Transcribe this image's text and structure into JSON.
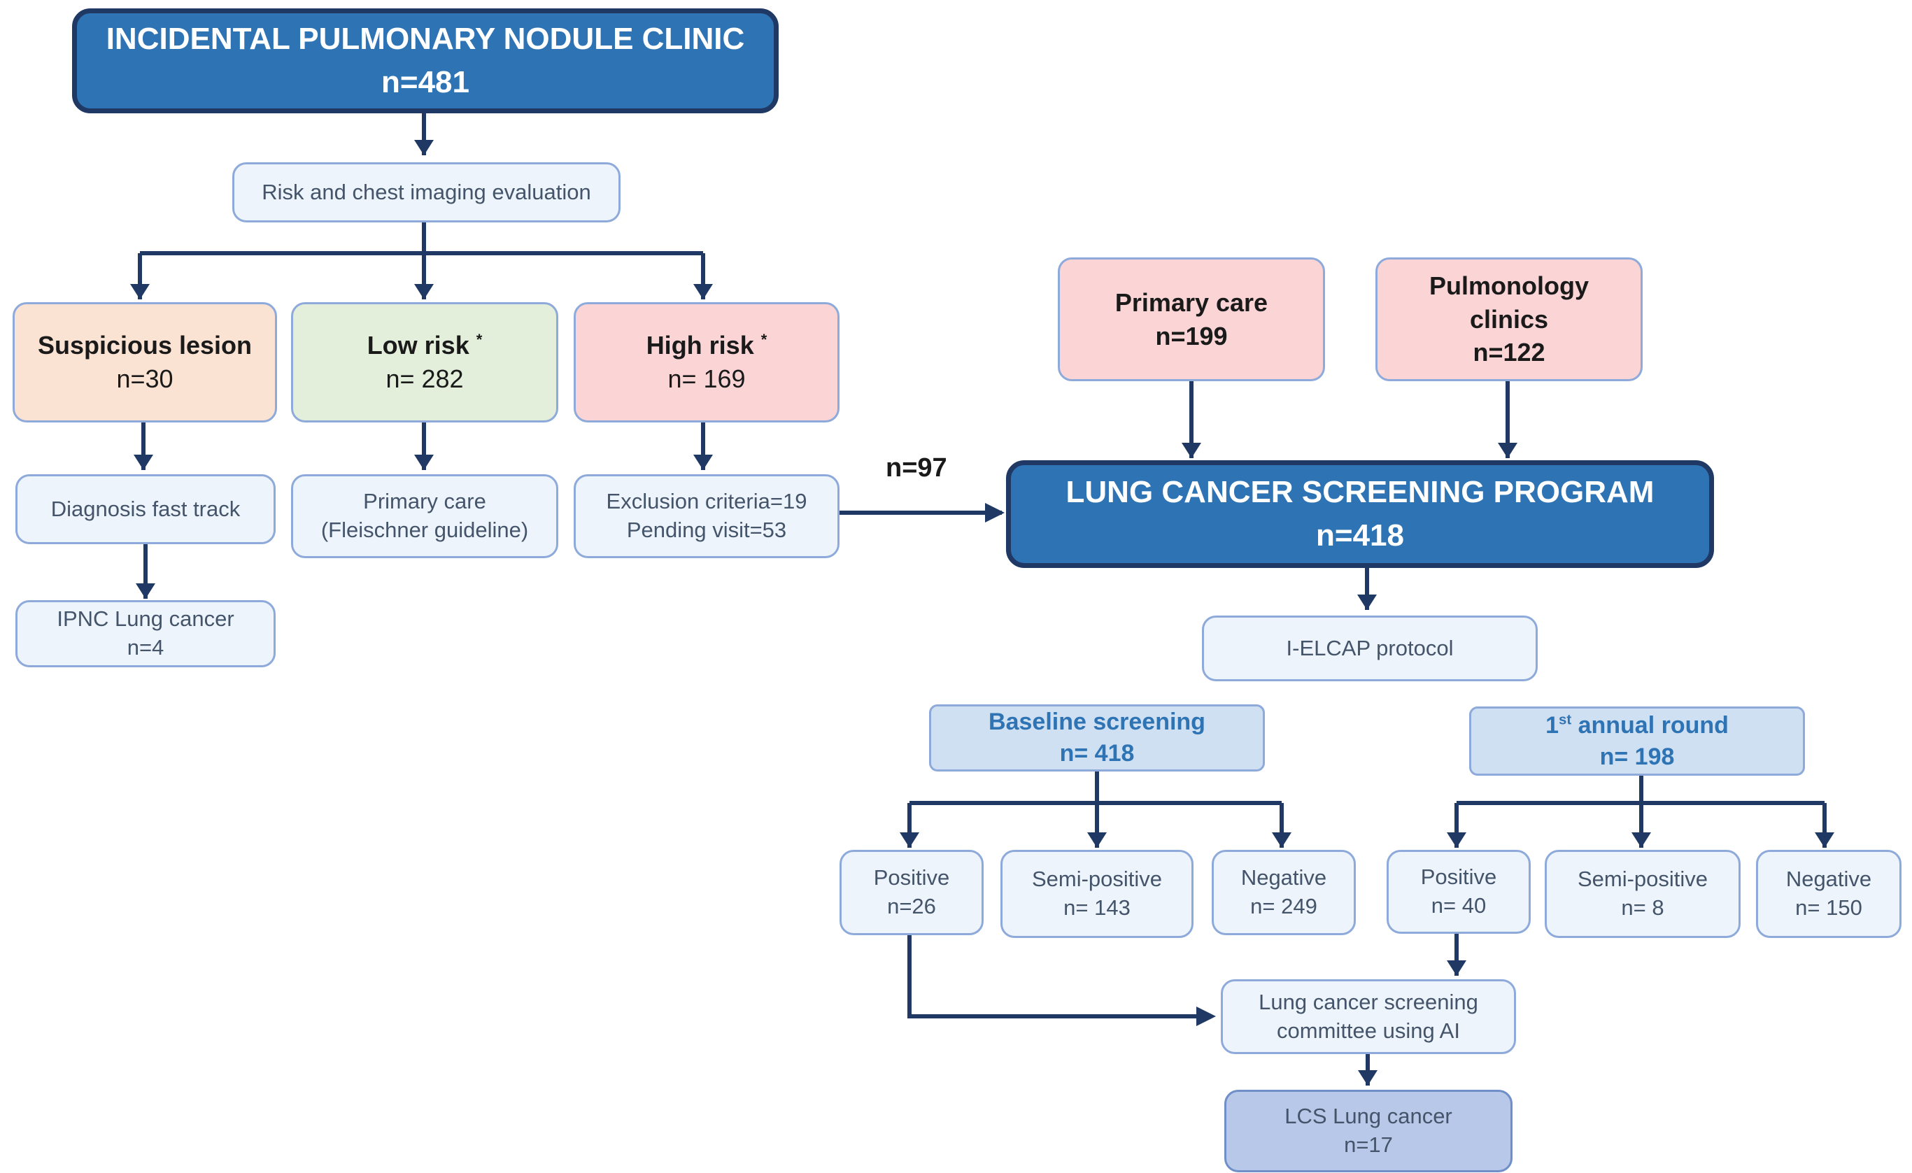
{
  "ipnc": {
    "title": "INCIDENTAL PULMONARY NODULE CLINIC",
    "n": "n=481"
  },
  "risk_eval": "Risk and chest imaging evaluation",
  "suspicious": {
    "label": "Suspicious lesion",
    "n": "n=30"
  },
  "low_risk": {
    "label": "Low risk",
    "mark": "*",
    "n": "n= 282"
  },
  "high_risk": {
    "label": "High risk",
    "mark": "*",
    "n": "n= 169"
  },
  "fast_track": "Diagnosis fast track",
  "primary_care_fleischner": {
    "line1": "Primary care",
    "line2": "(Fleischner guideline)"
  },
  "exclusion": {
    "line1": "Exclusion criteria=19",
    "line2": "Pending visit=53"
  },
  "ipnc_cancer": {
    "line1": "IPNC Lung cancer",
    "line2": "n=4"
  },
  "transfer_n": "n=97",
  "primary_care_source": {
    "label": "Primary care",
    "n": "n=199"
  },
  "pulmonology": {
    "line1": "Pulmonology",
    "line2": "clinics",
    "n": "n=122"
  },
  "lcs": {
    "title": "LUNG CANCER SCREENING PROGRAM",
    "n": "n=418"
  },
  "ielcap": "I-ELCAP protocol",
  "baseline": {
    "title": "Baseline screening",
    "n": "n= 418",
    "positive": {
      "label": "Positive",
      "n": "n=26"
    },
    "semi": {
      "label": "Semi-positive",
      "n": "n= 143"
    },
    "negative": {
      "label": "Negative",
      "n": "n= 249"
    }
  },
  "annual": {
    "title_num": "1",
    "title_sup": "st",
    "title_rest": " annual round",
    "n": "n= 198",
    "positive": {
      "label": "Positive",
      "n": "n= 40"
    },
    "semi": {
      "label": "Semi-positive",
      "n": "n= 8"
    },
    "negative": {
      "label": "Negative",
      "n": "n= 150"
    }
  },
  "committee": {
    "line1": "Lung cancer screening",
    "line2": "committee using AI"
  },
  "lcs_cancer": {
    "line1": "LCS Lung cancer",
    "line2": "n=17"
  },
  "colors": {
    "main_fill": "#2e74b5",
    "main_border": "#1f3864",
    "arrow": "#1f3864",
    "light_fill": "#eef4fb",
    "peach": "#fbe3d3",
    "green": "#e3efda",
    "pink": "#fbd5d5",
    "result_blue": "#cfe0f2",
    "cancer_blue": "#b7c8e8"
  }
}
